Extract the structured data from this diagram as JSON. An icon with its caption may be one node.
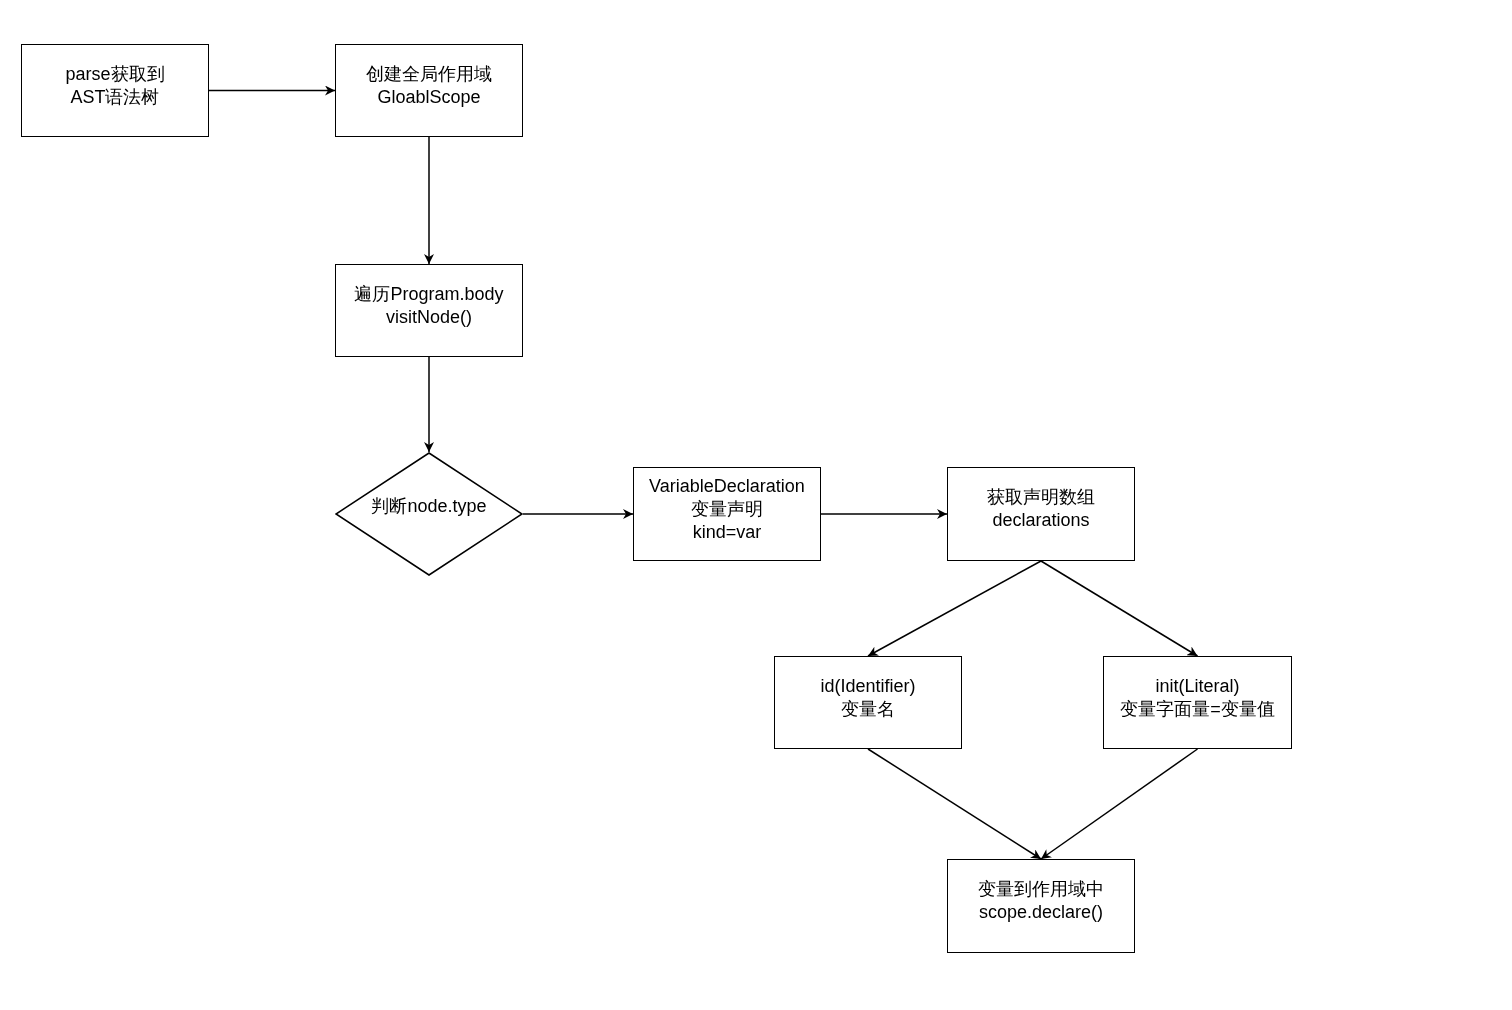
{
  "diagram": {
    "nodes": [
      {
        "text": [
          "parse获取到",
          "AST语法树"
        ]
      },
      {
        "text": [
          "创建全局作用域",
          "GloablScope"
        ]
      },
      {
        "text": [
          "遍历Program.body",
          "visitNode()"
        ]
      },
      {
        "text": [
          "判断node.type"
        ]
      },
      {
        "text": [
          "VariableDeclaration",
          "变量声明",
          "kind=var"
        ]
      },
      {
        "text": [
          "获取声明数组",
          "declarations"
        ]
      },
      {
        "text": [
          "id(Identifier)",
          "变量名"
        ]
      },
      {
        "text": [
          "init(Literal)",
          "变量字面量=变量值"
        ]
      },
      {
        "text": [
          "变量到作用域中",
          "scope.declare()"
        ]
      }
    ],
    "edges": [
      {
        "from": 0,
        "to": 1,
        "arrow": "to"
      },
      {
        "from": 1,
        "to": 2,
        "arrow": "to"
      },
      {
        "from": 2,
        "to": 3,
        "arrow": "to"
      },
      {
        "from": 3,
        "to": 4,
        "arrow": "to"
      },
      {
        "from": 4,
        "to": 5,
        "arrow": "to"
      },
      {
        "from": 5,
        "to": 6,
        "arrow": "to"
      },
      {
        "from": 5,
        "to": 7,
        "arrow": "to"
      },
      {
        "from": 6,
        "to": 8,
        "arrow": "to"
      },
      {
        "from": 7,
        "to": 8,
        "arrow": "to"
      }
    ]
  }
}
